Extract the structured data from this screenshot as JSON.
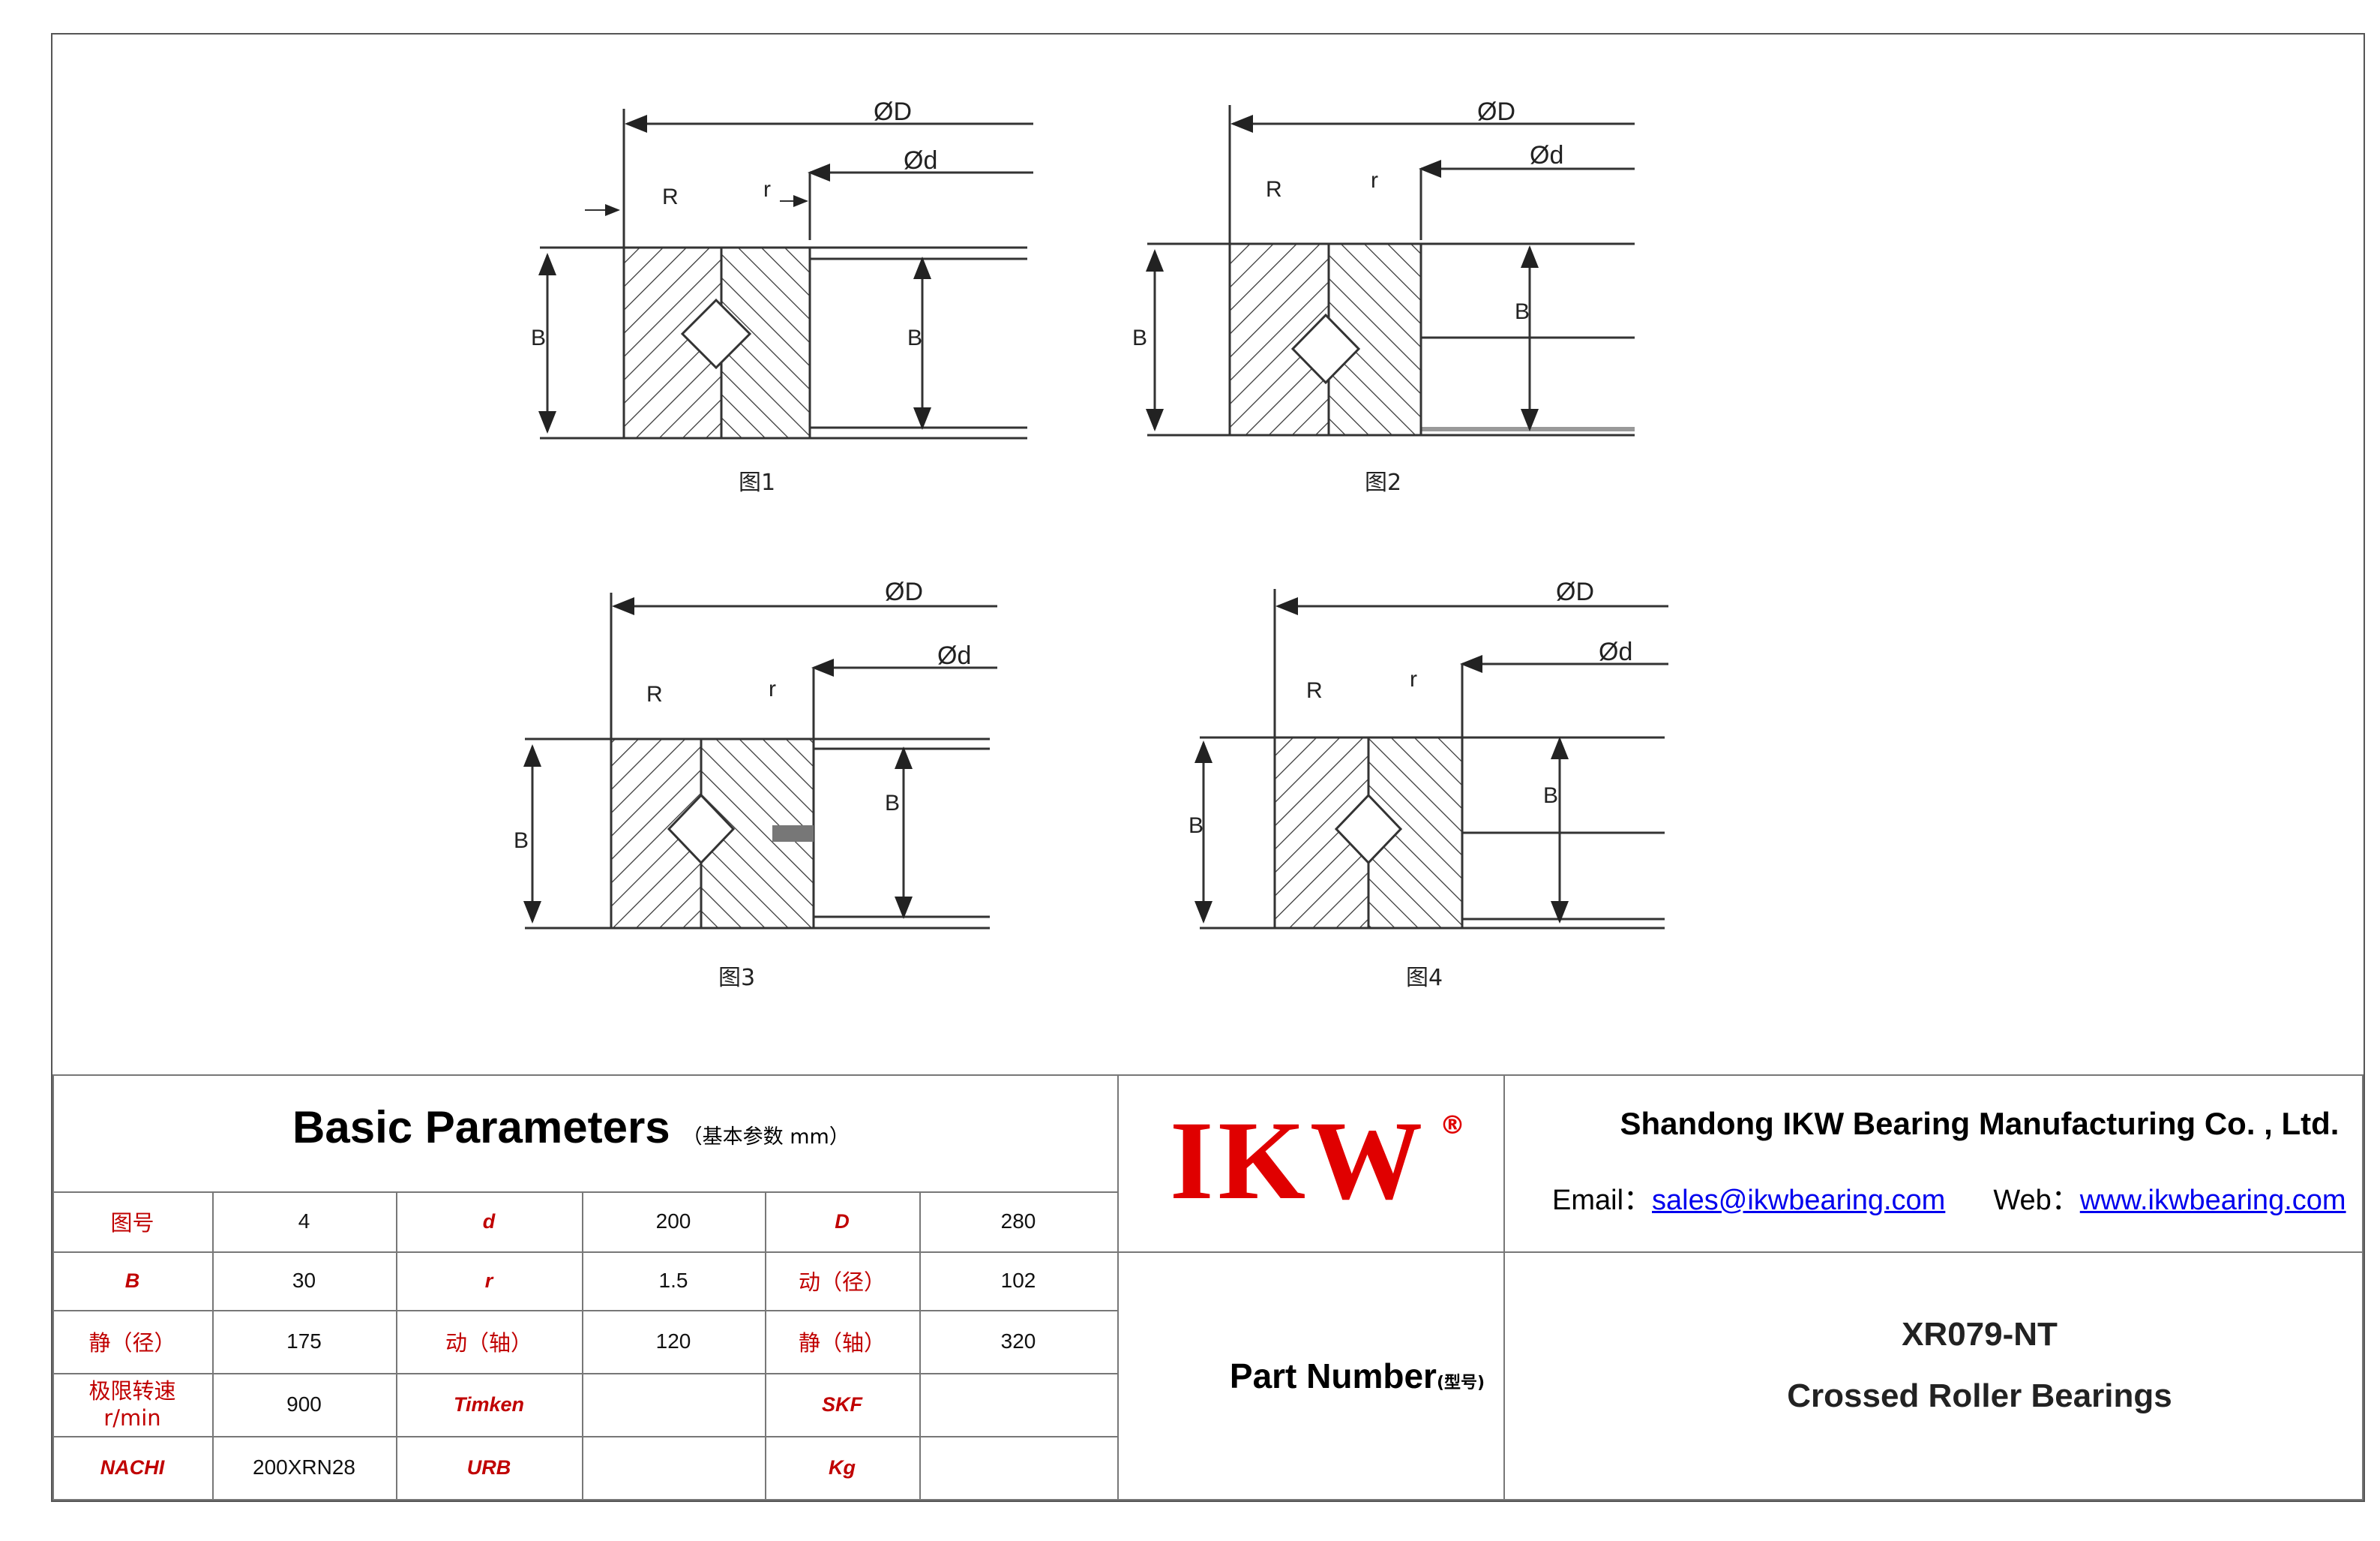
{
  "figures": {
    "dims": {
      "D": "ØD",
      "d": "Ød",
      "R": "R",
      "r": "r",
      "B": "B"
    },
    "captions": [
      "图1",
      "图2",
      "图3",
      "图4"
    ]
  },
  "basic_parameters": {
    "title": "Basic Parameters",
    "subtitle": "（基本参数 mm）",
    "rows": [
      [
        {
          "label": "图号",
          "style": "cn",
          "value": "4"
        },
        {
          "label": "d",
          "style": "en",
          "value": "200"
        },
        {
          "label": "D",
          "style": "en",
          "value": "280"
        }
      ],
      [
        {
          "label": "B",
          "style": "en",
          "value": "30"
        },
        {
          "label": "r",
          "style": "en",
          "value": "1.5"
        },
        {
          "label": "动（径）",
          "style": "cn",
          "value": "102"
        }
      ],
      [
        {
          "label": "静（径）",
          "style": "cn",
          "value": "175"
        },
        {
          "label": "动（轴）",
          "style": "cn",
          "value": "120"
        },
        {
          "label": "静（轴）",
          "style": "cn",
          "value": "320"
        }
      ],
      [
        {
          "label": "极限转速",
          "label2": "r/min",
          "style": "cn",
          "value": "900"
        },
        {
          "label": "Timken",
          "style": "en",
          "value": ""
        },
        {
          "label": "SKF",
          "style": "en",
          "value": ""
        }
      ],
      [
        {
          "label": "NACHI",
          "style": "en",
          "value": "200XRN28"
        },
        {
          "label": "URB",
          "style": "en",
          "value": ""
        },
        {
          "label": "Kg",
          "style": "en",
          "value": ""
        }
      ]
    ]
  },
  "logo": {
    "text": "IKW",
    "registered": "®"
  },
  "company": {
    "name": "Shandong IKW Bearing Manufacturing Co. , Ltd.",
    "email_label": "Email：",
    "email": "sales@ikwbearing.com",
    "web_label": "Web：",
    "web": "www.ikwbearing.com"
  },
  "part": {
    "label": "Part Number",
    "label_small": "(型号)",
    "number": "XR079-NT",
    "name": "Crossed Roller Bearings"
  },
  "colors": {
    "logo_red": "#e00000",
    "label_red": "#c00000",
    "link_blue": "#0000ee"
  }
}
